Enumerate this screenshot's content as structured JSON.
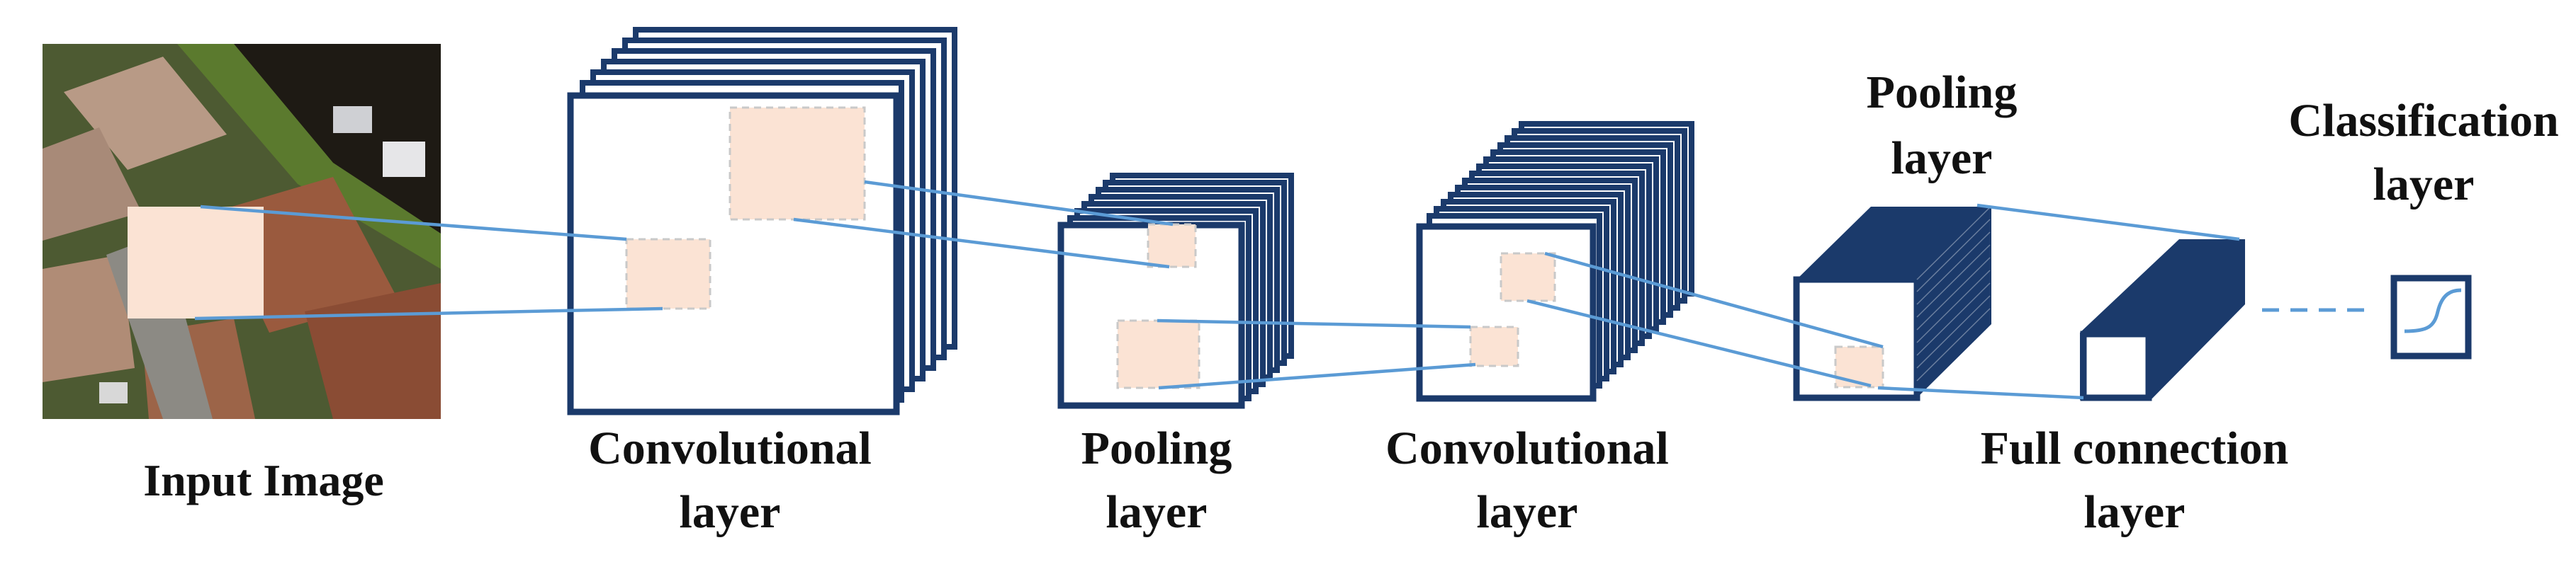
{
  "diagram": {
    "labels": {
      "input": "Input Image",
      "conv1_line1": "Convolutional",
      "conv1_line2": "layer",
      "pool1_line1": "Pooling",
      "pool1_line2": "layer",
      "conv2_line1": "Convolutional",
      "conv2_line2": "layer",
      "pool2_line1": "Pooling",
      "pool2_line2": "layer",
      "fc_line1": "Full connection",
      "fc_line2": "layer",
      "cls_line1": "Classification",
      "cls_line2": "layer"
    },
    "colors": {
      "layer_stroke": "#1b3a6b",
      "connector": "#5b9bd5",
      "patch_fill": "#fbe3d4",
      "label_text": "#111111"
    }
  }
}
